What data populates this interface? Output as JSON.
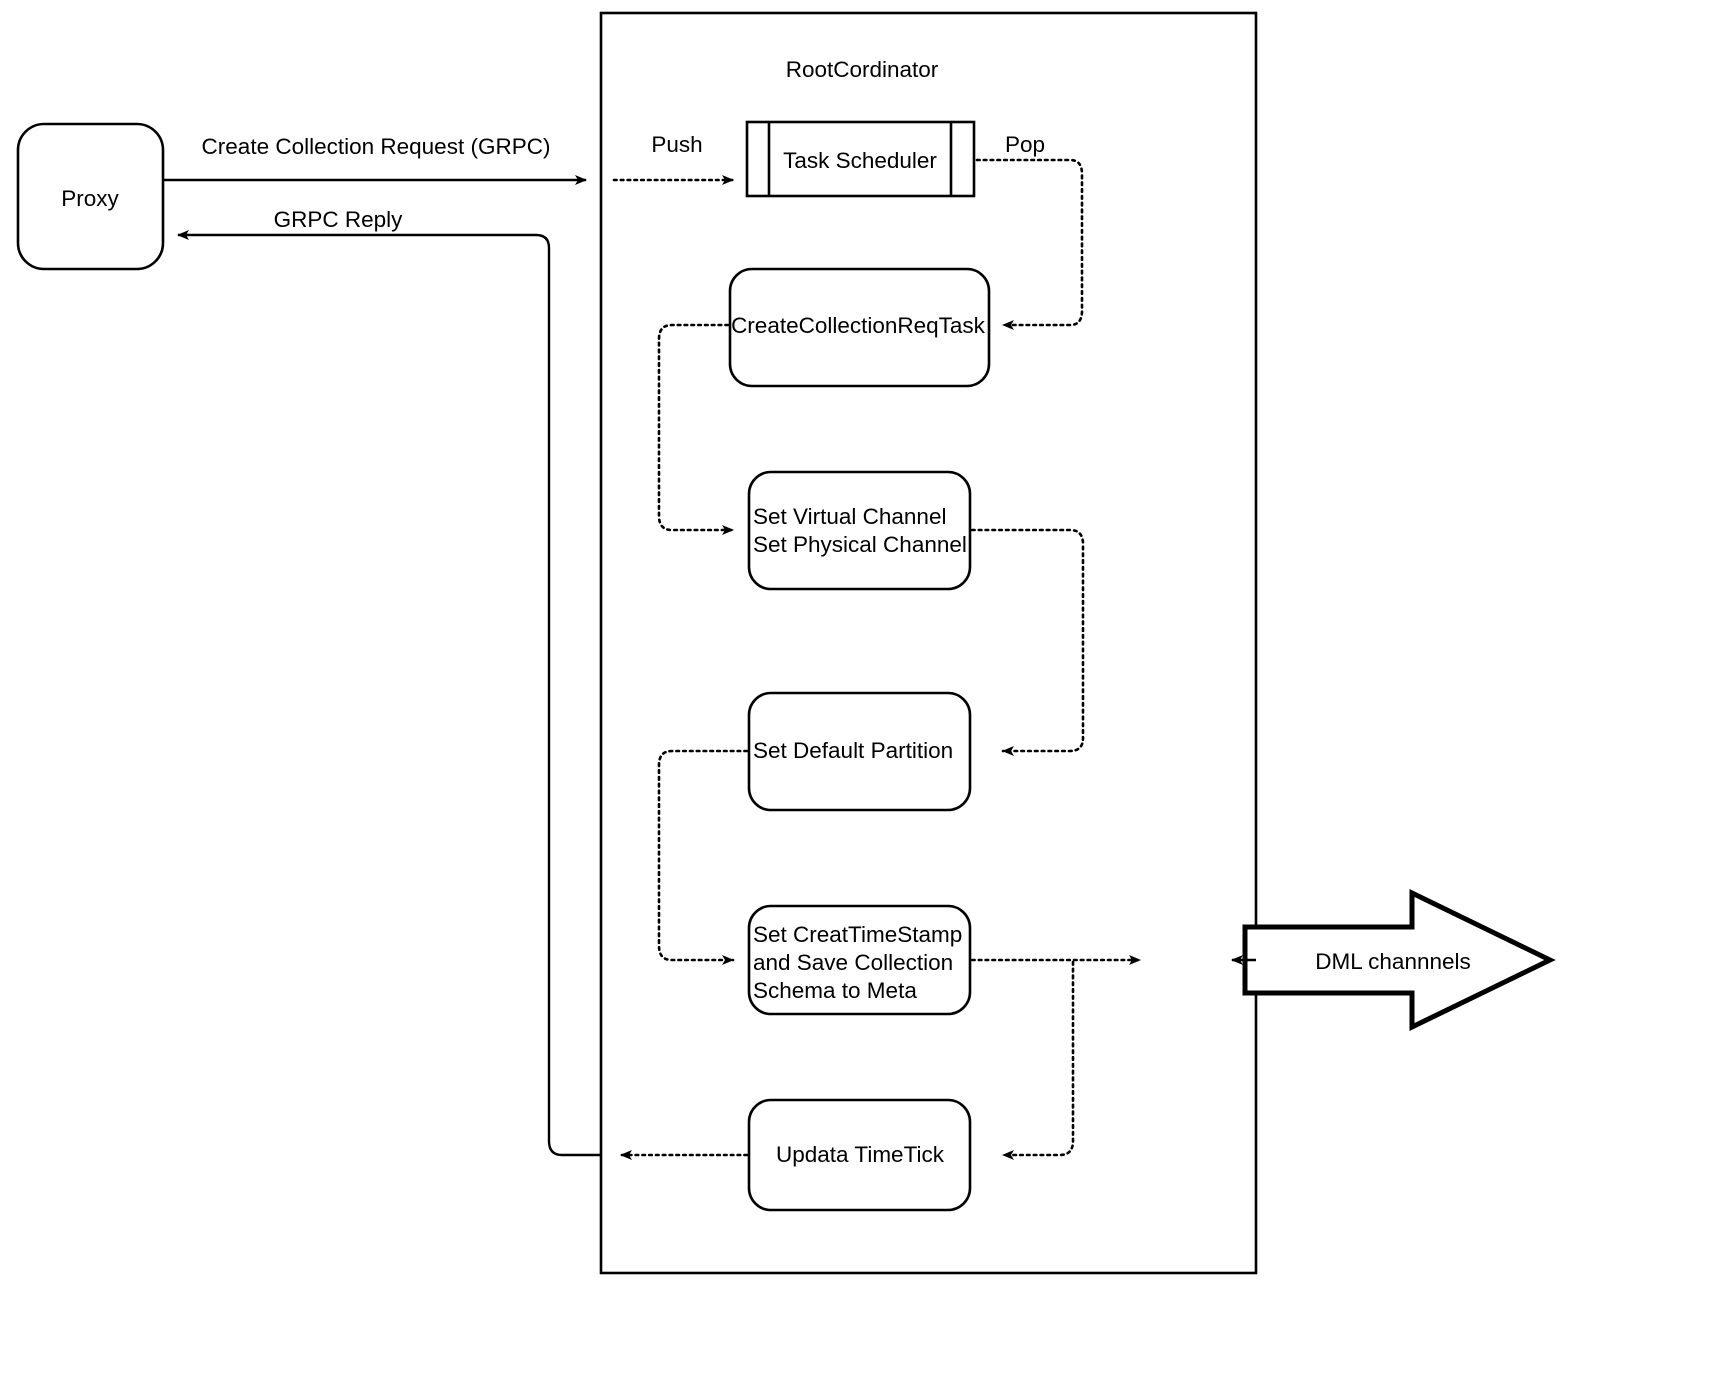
{
  "diagram": {
    "title_visible": false,
    "container": {
      "label": "RootCordinator"
    },
    "nodes": {
      "proxy": {
        "label": "Proxy"
      },
      "task_scheduler": {
        "label": "Task Scheduler"
      },
      "create_collection_req_task": {
        "label": "CreateCollectionReqTask"
      },
      "set_channel": {
        "line1": "Set Virtual Channel",
        "line2": "Set Physical Channel"
      },
      "set_default_partition": {
        "label": "Set Default Partition"
      },
      "set_create_timestamp": {
        "line1": "Set CreatTimeStamp",
        "line2": "and Save Collection",
        "line3": "Schema to Meta"
      },
      "update_timetick": {
        "label": "Updata TimeTick"
      },
      "dml_channels": {
        "label": "DML channnels"
      }
    },
    "edge_labels": {
      "create_collection_request": "Create Collection Request (GRPC)",
      "grpc_reply": "GRPC Reply",
      "push": "Push",
      "pop": "Pop"
    },
    "colors": {
      "stroke": "#000000",
      "fill": "#ffffff",
      "text": "#000000"
    }
  }
}
